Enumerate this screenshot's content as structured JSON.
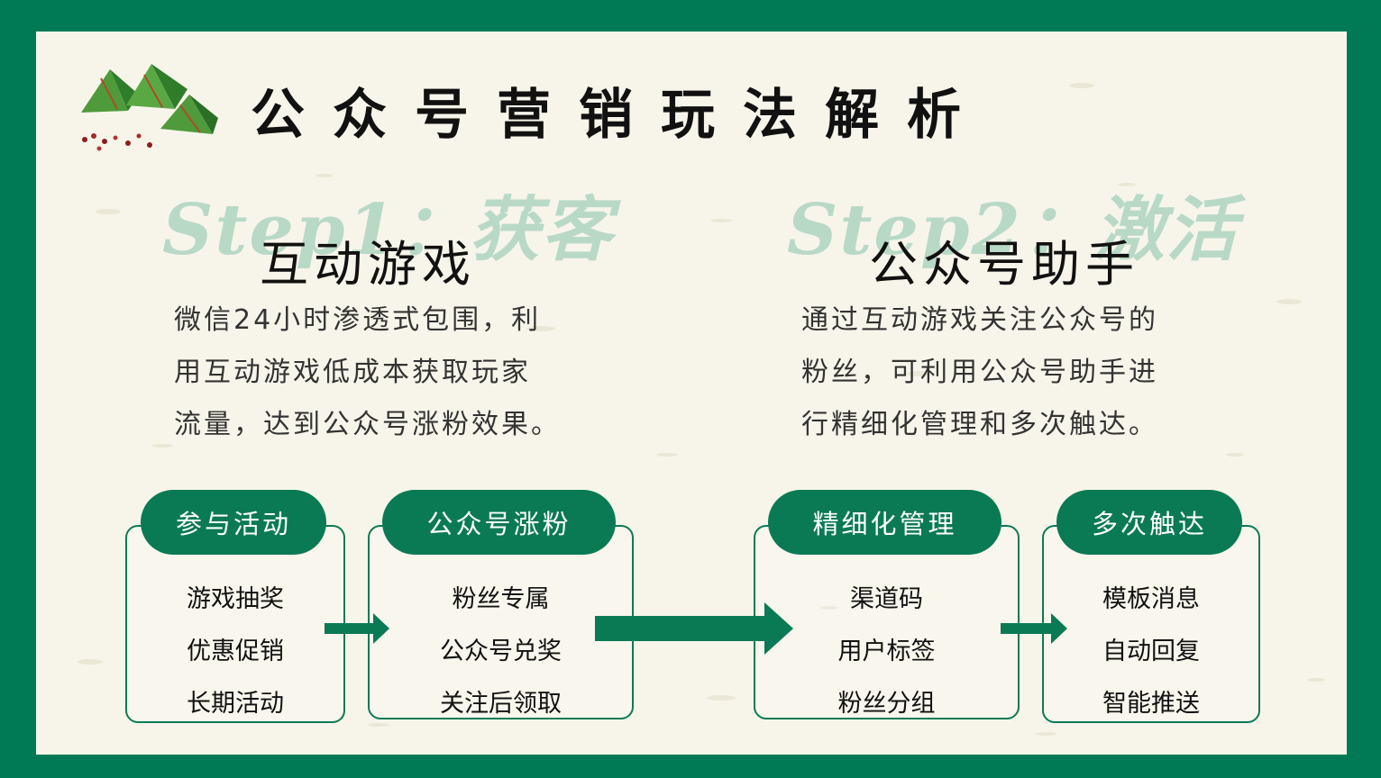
{
  "title": "公众号营销玩法解析",
  "steps": [
    {
      "watermark": "Step1：获客",
      "heading": "互动游戏",
      "desc_lines": [
        "微信24小时渗透式包围，利",
        "用互动游戏低成本获取玩家",
        "流量，达到公众号涨粉效果。"
      ]
    },
    {
      "watermark": "Step2：激活",
      "heading": "公众号助手",
      "desc_lines": [
        "通过互动游戏关注公众号的",
        "粉丝，可利用公众号助手进",
        "行精细化管理和多次触达。"
      ]
    }
  ],
  "cards": [
    {
      "label": "参与活动",
      "items": [
        "游戏抽奖",
        "优惠促销",
        "长期活动"
      ]
    },
    {
      "label": "公众号涨粉",
      "items": [
        "粉丝专属",
        "公众号兑奖",
        "关注后领取"
      ]
    },
    {
      "label": "精细化管理",
      "items": [
        "渠道码",
        "用户标签",
        "粉丝分组"
      ]
    },
    {
      "label": "多次触达",
      "items": [
        "模板消息",
        "自动回复",
        "智能推送"
      ]
    }
  ],
  "colors": {
    "frame": "#007a55",
    "accent": "#0a7a54",
    "background": "#f7f5ea",
    "watermark": "#b9d9c7"
  }
}
